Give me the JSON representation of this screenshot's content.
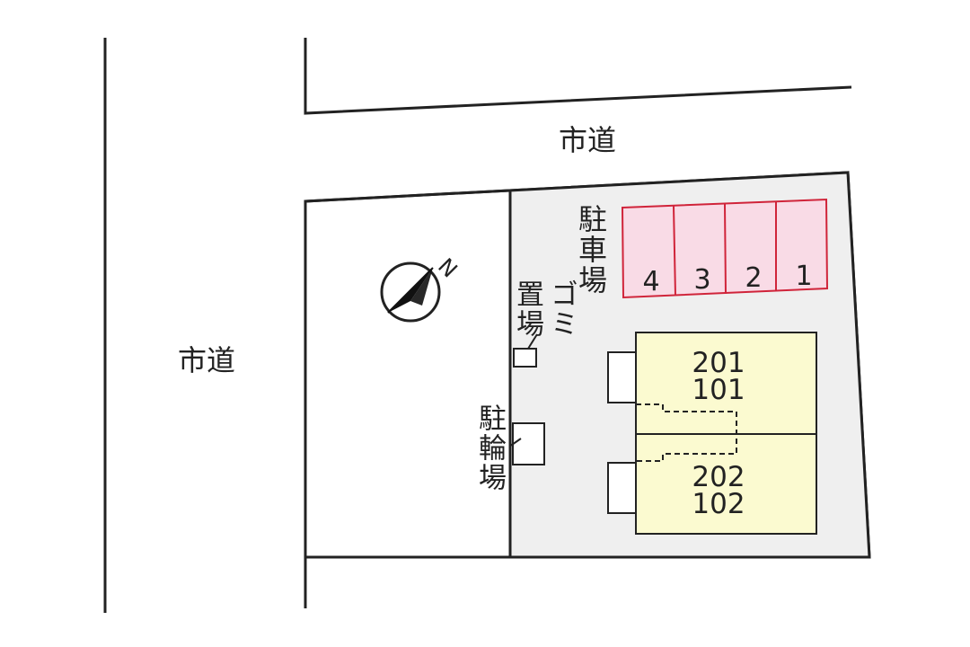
{
  "roads": {
    "top": "市道",
    "left": "市道"
  },
  "compass": {
    "north": "N"
  },
  "parking": {
    "label": "駐車場",
    "slots": [
      "4",
      "3",
      "2",
      "1"
    ]
  },
  "garbage": {
    "label_a": "ゴミ",
    "label_b": "置場"
  },
  "bicycle": {
    "label": "駐輪場"
  },
  "units": [
    {
      "upper": "201",
      "lower": "101"
    },
    {
      "upper": "202",
      "lower": "102"
    }
  ],
  "colors": {
    "parking_fill": "#f9dbe6",
    "parking_stroke": "#d0243a",
    "building_fill": "#fbfad0",
    "site_fill": "#efefef"
  }
}
